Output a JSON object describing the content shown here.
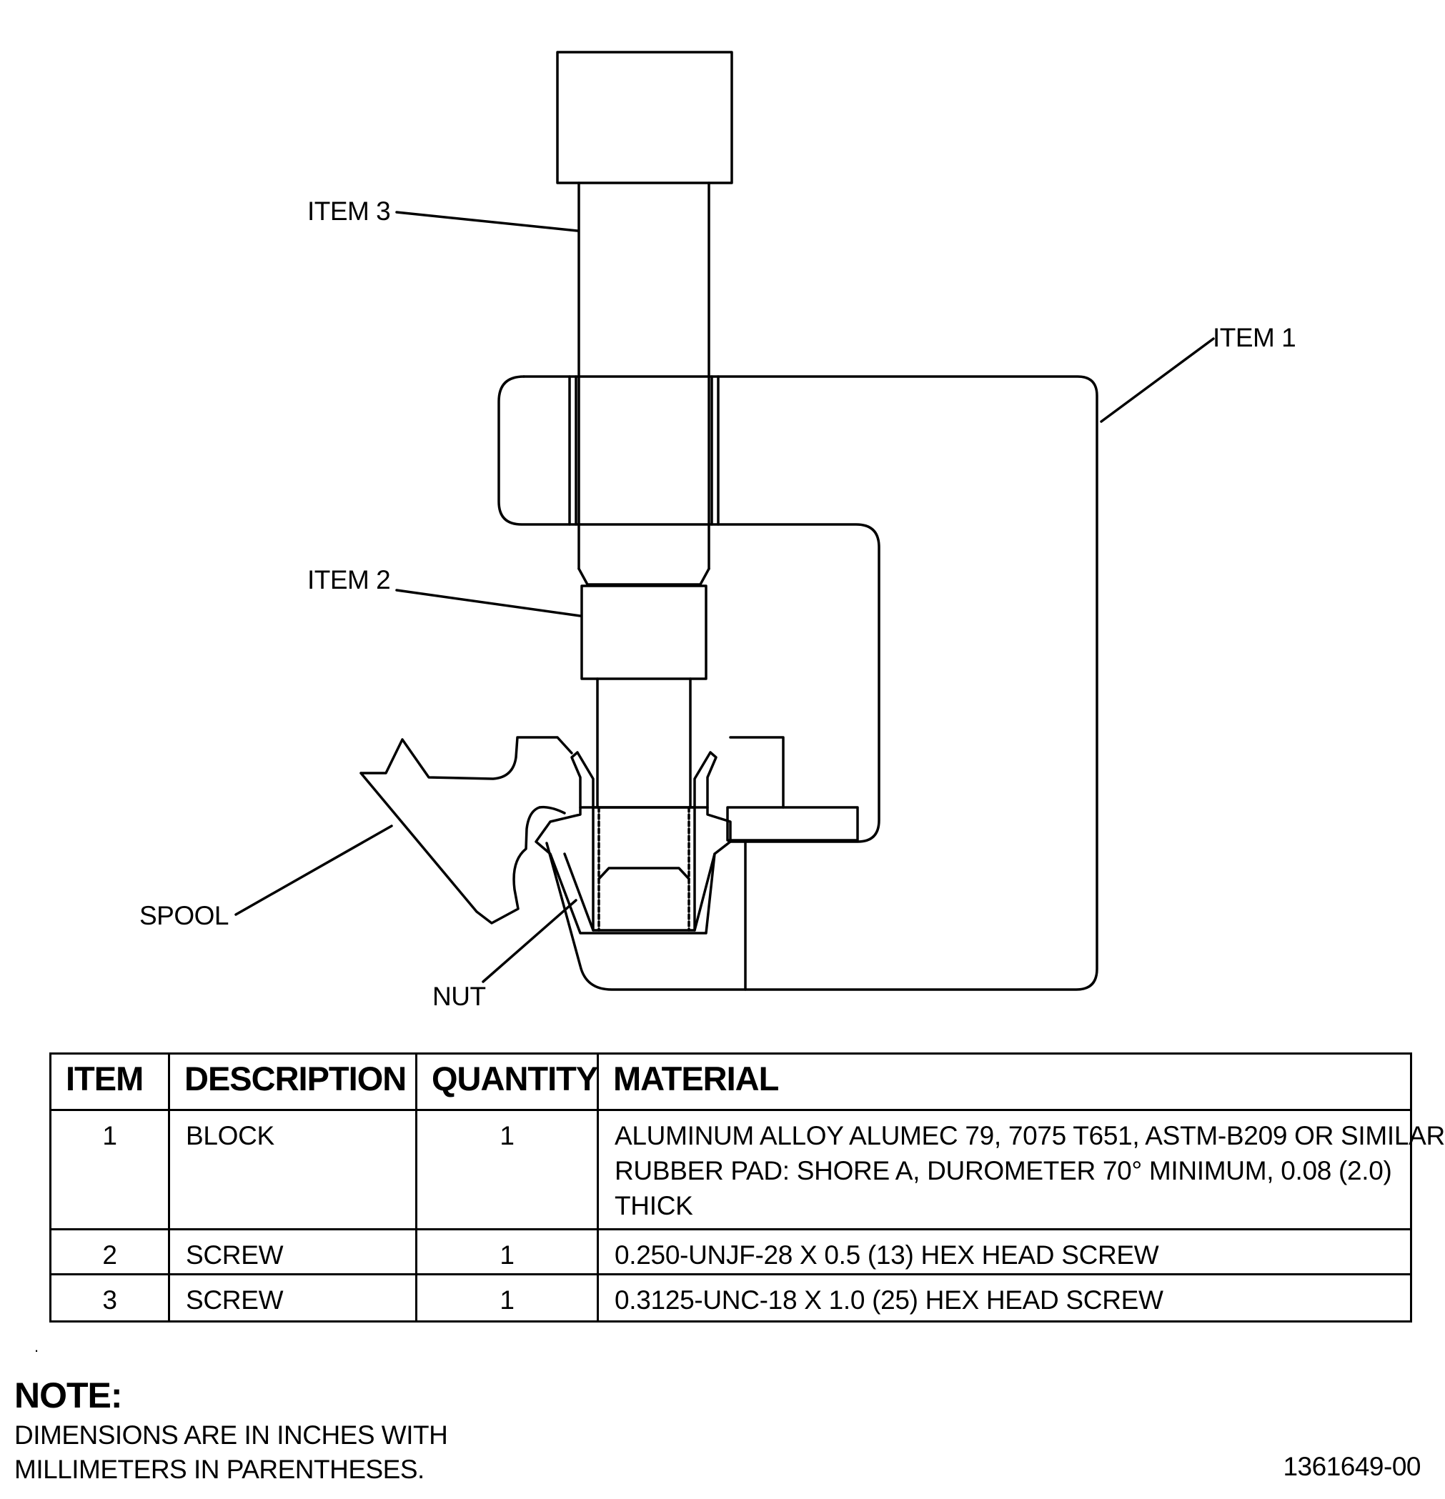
{
  "callouts": {
    "item3": "ITEM 3",
    "item1": "ITEM 1",
    "item2": "ITEM 2",
    "spool": "SPOOL",
    "nut": "NUT"
  },
  "table": {
    "headers": {
      "item": "ITEM",
      "description": "DESCRIPTION",
      "quantity": "QUANTITY",
      "material": "MATERIAL"
    },
    "rows": [
      {
        "item": "1",
        "description": "BLOCK",
        "quantity": "1",
        "material_lines": [
          "ALUMINUM ALLOY ALUMEC 79, 7075 T651, ASTM-B209 OR SIMILAR",
          "RUBBER PAD: SHORE A, DUROMETER 70° MINIMUM, 0.08 (2.0)",
          "THICK"
        ]
      },
      {
        "item": "2",
        "description": "SCREW",
        "quantity": "1",
        "material_lines": [
          "0.250-UNJF-28 X 0.5 (13) HEX HEAD SCREW"
        ]
      },
      {
        "item": "3",
        "description": "SCREW",
        "quantity": "1",
        "material_lines": [
          "0.3125-UNC-18 X 1.0 (25) HEX HEAD SCREW"
        ]
      }
    ]
  },
  "dot": ".",
  "note": {
    "title": "NOTE:",
    "lines": [
      "DIMENSIONS ARE IN INCHES WITH",
      "MILLIMETERS IN PARENTHESES."
    ]
  },
  "drawing_number": "1361649-00"
}
